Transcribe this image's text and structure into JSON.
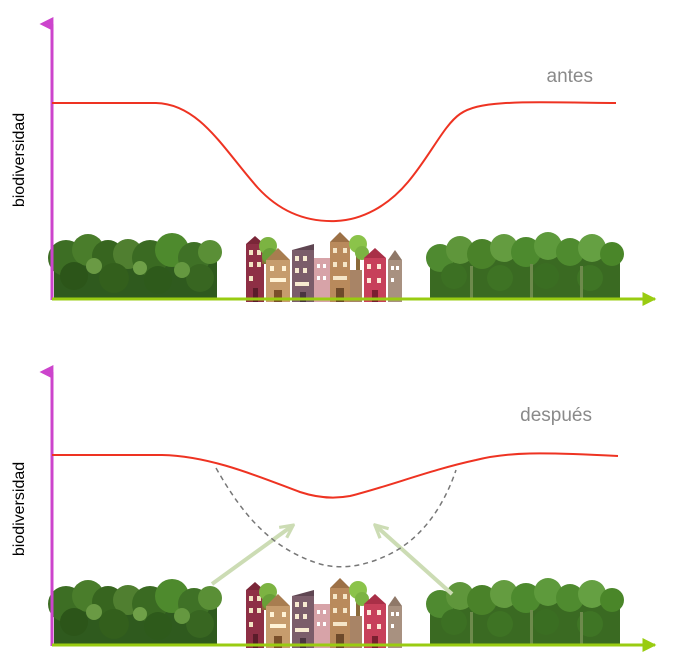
{
  "colors": {
    "y_axis": "#cc44cc",
    "x_axis": "#99cc11",
    "curve": "#ee3322",
    "dashed_curve": "#777777",
    "flow_arrow": "#ccdcb4",
    "title_text": "#8a8a8a",
    "label_text": "#000000"
  },
  "panels": [
    {
      "title": "antes",
      "y_label": "biodiversidad",
      "icons": [
        "forest-icon",
        "town-icon",
        "forest-icon"
      ]
    },
    {
      "title": "después",
      "y_label": "biodiversidad",
      "icons": [
        "forest-icon",
        "town-icon",
        "forest-icon",
        "arrow-icon",
        "arrow-icon"
      ]
    }
  ]
}
